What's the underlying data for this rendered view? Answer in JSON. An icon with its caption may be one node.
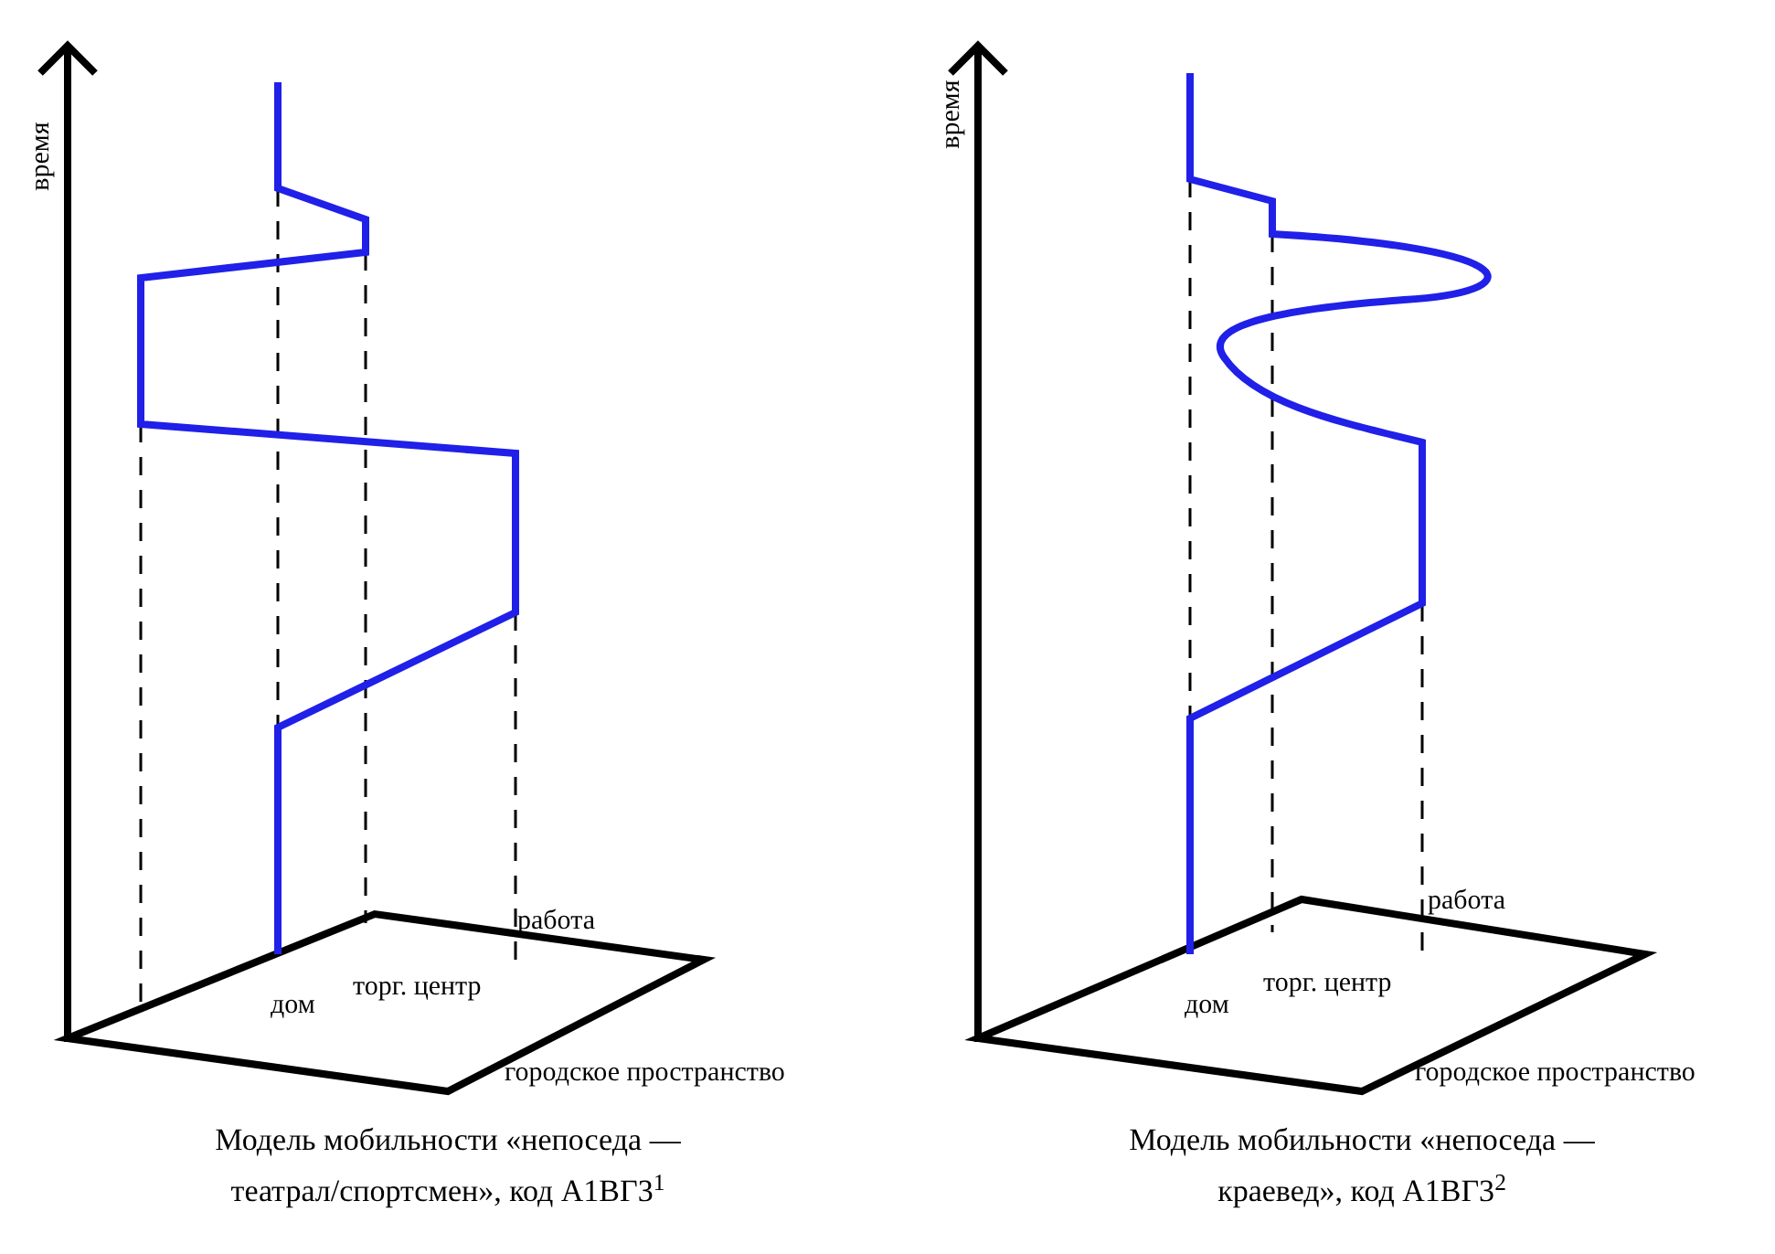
{
  "diagram": {
    "labels": [
      "время",
      "дом",
      "торг. центр",
      "работа",
      "городское пространство",
      "Модель мобильности «непоседа — театрал/спортсмен», код А1ВГ3$^{1}$",
      "время",
      "дом",
      "торг. центр",
      "работа",
      "городское пространство",
      "Модель мобильности «непоседа — краевед», код А1ВГ3$^{2}$"
    ]
  }
}
